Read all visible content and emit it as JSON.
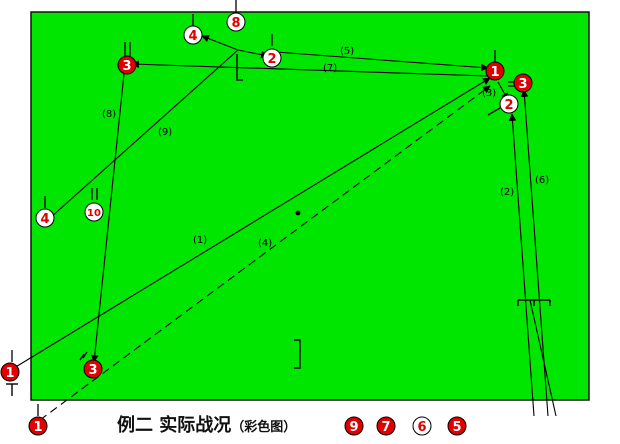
{
  "colors": {
    "field": "#00e600",
    "field_border": "#111111",
    "red_player": "#e00000",
    "white_player": "#ffffff",
    "line": "#000000"
  },
  "caption": {
    "title": "例二 实际战况",
    "subtitle": "（彩色图）"
  },
  "players": {
    "red_1_top": "1",
    "red_3_top": "3",
    "red_3_right": "3",
    "red_3_bottom": "3",
    "red_1_left": "1",
    "red_1_corner": "1",
    "white_4_top": "4",
    "white_8_top": "8",
    "white_2_top": "2",
    "white_2_right": "2",
    "white_4_left": "4",
    "white_10": "10"
  },
  "legend_players": [
    {
      "label": "9",
      "team": "red"
    },
    {
      "label": "7",
      "team": "red"
    },
    {
      "label": "6",
      "team": "white"
    },
    {
      "label": "5",
      "team": "red"
    }
  ],
  "pass_labels": {
    "p1": "(1)",
    "p2": "(2)",
    "p3": "(3)",
    "p4": "(4)",
    "p5": "(5)",
    "p6": "(6)",
    "p7": "(7)",
    "p8": "(8)",
    "p9": "(9)"
  }
}
